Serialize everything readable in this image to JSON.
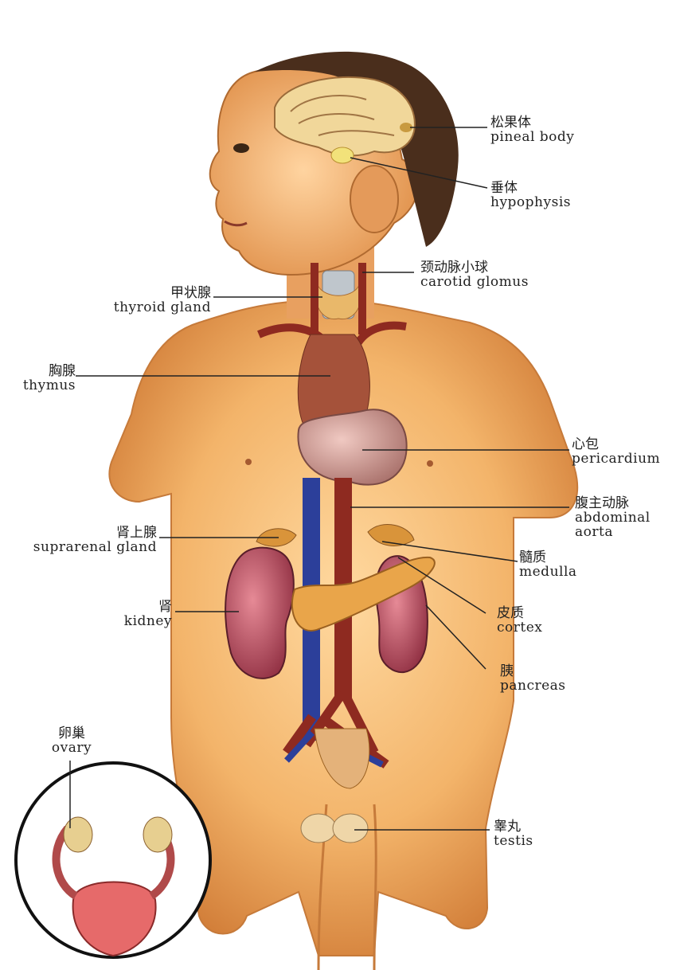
{
  "labels": {
    "pineal": {
      "zh": "松果体",
      "en": "pineal body"
    },
    "hypophysis": {
      "zh": "垂体",
      "en": "hypophysis"
    },
    "carotid": {
      "zh": "颈动脉小球",
      "en": "carotid glomus"
    },
    "thyroid": {
      "zh": "甲状腺",
      "en": "thyroid gland"
    },
    "thymus": {
      "zh": "胸腺",
      "en": "thymus"
    },
    "pericardium": {
      "zh": "心包",
      "en": "pericardium"
    },
    "aorta": {
      "zh": "腹主动脉",
      "en1": "abdominal",
      "en2": "aorta"
    },
    "suprarenal": {
      "zh": "肾上腺",
      "en": "suprarenal gland"
    },
    "medulla": {
      "zh": "髓质",
      "en": "medulla"
    },
    "kidney": {
      "zh": "肾",
      "en": "kidney"
    },
    "cortex": {
      "zh": "皮质",
      "en": "cortex"
    },
    "pancreas": {
      "zh": "胰",
      "en": "pancreas"
    },
    "ovary": {
      "zh": "卵巢",
      "en": "ovary"
    },
    "testis": {
      "zh": "睾丸",
      "en": "testis"
    }
  },
  "colors": {
    "skin": "#f3b46a",
    "skin_dark": "#d07b36",
    "hair": "#4a2e1c",
    "brain": "#f1d79a",
    "artery": "#8e2a20",
    "vein": "#2c3f9a",
    "kidney": "#b8475a",
    "gland": "#d9943a",
    "thymus": "#a5523a",
    "heart": "#d9a7a0",
    "uterus": "#e66a6a"
  }
}
